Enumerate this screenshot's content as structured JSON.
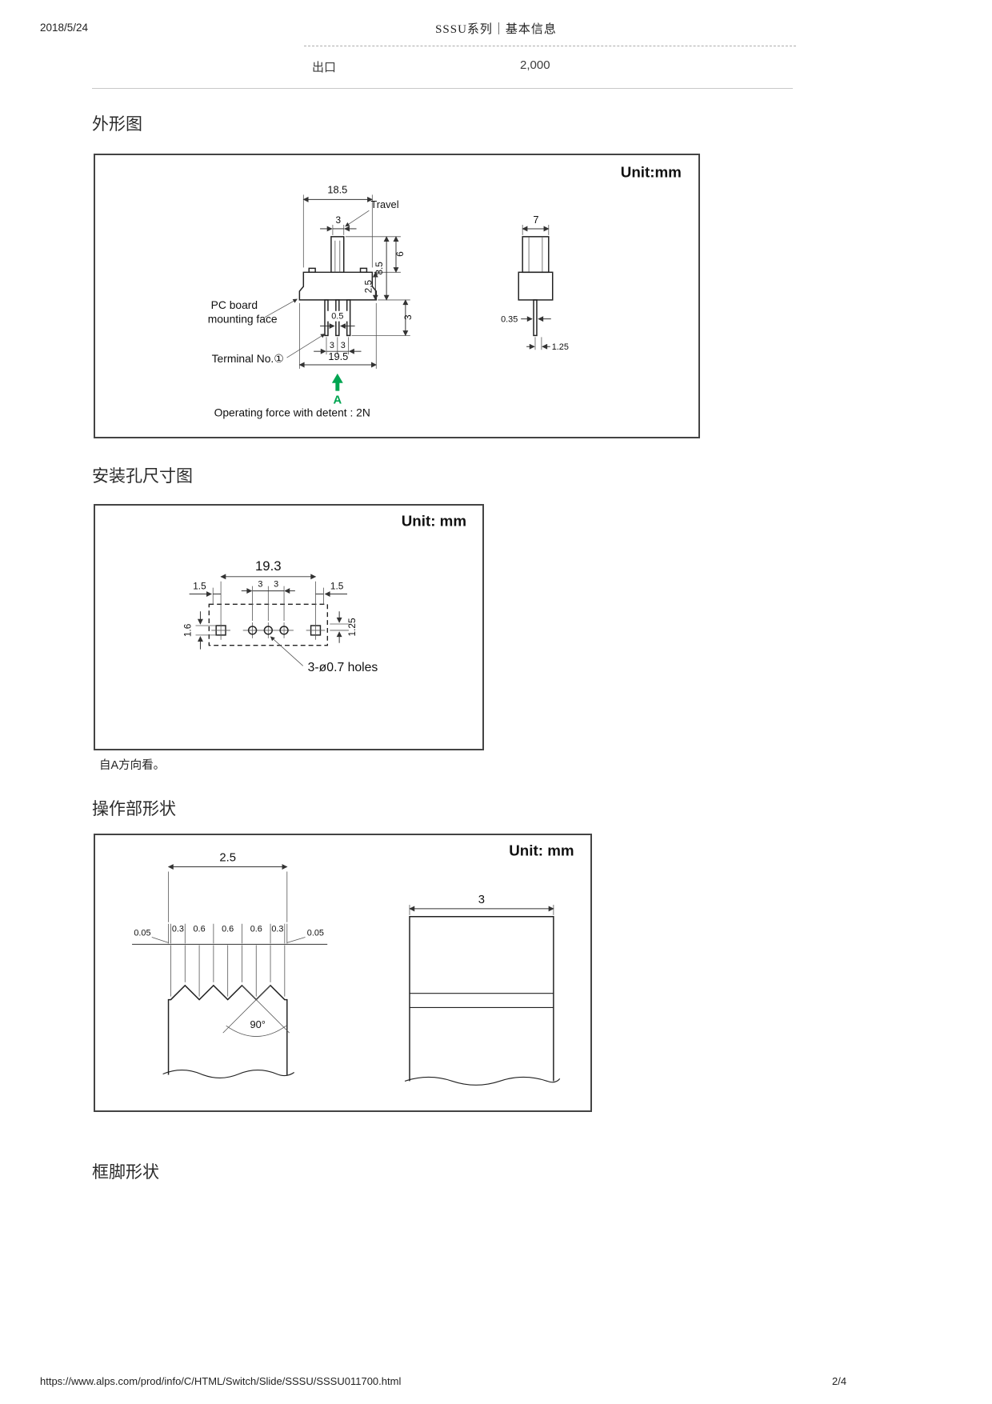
{
  "page": {
    "date": "2018/5/24",
    "title": "SSSU系列｜基本信息",
    "footer_url": "https://www.alps.com/prod/info/C/HTML/Switch/Slide/SSSU/SSSU011700.html",
    "footer_page": "2/4"
  },
  "spec_table": {
    "label": "出口",
    "value": "2,000"
  },
  "sections": {
    "outline_title": "外形图",
    "mounting_title": "安装孔尺寸图",
    "mounting_caption": "自A方向看。",
    "operating_title": "操作部形状",
    "frame_title": "框脚形状"
  },
  "colors": {
    "view_arrow_green": "#00A551",
    "drawing_line": "#222222"
  },
  "outline": {
    "unit": "Unit:mm",
    "labels": {
      "travel": "Travel",
      "pc_board_line1": "PC board",
      "pc_board_line2": "mounting face",
      "terminal": "Terminal No.①",
      "view_marker": "A",
      "note": "Operating force with detent : 2N"
    },
    "dims": {
      "overall_width": "18.5",
      "travel": "3",
      "knob_height": "6",
      "total_height": "8.5",
      "body_depth": "2.5",
      "terminal_length": "3",
      "terminal_width": "0.5",
      "pitch_left": "3",
      "pitch_right": "3",
      "mounting_width": "19.5",
      "side_width": "7",
      "terminal_thickness": "0.35",
      "terminal_offset": "1.25"
    }
  },
  "mounting": {
    "unit": "Unit: mm",
    "dims": {
      "span": "19.3",
      "margin_left": "1.5",
      "pitch_left": "3",
      "pitch_right": "3",
      "margin_right": "1.5",
      "pad_height": "1.6",
      "hole_offset": "1.25"
    },
    "holes_note": "3-ø0.7 holes"
  },
  "operating": {
    "unit": "Unit: mm",
    "dims": {
      "knob_width": "2.5",
      "edge_left": "0.05",
      "tooth_left": "0.3",
      "tooth_1": "0.6",
      "tooth_2": "0.6",
      "tooth_3": "0.6",
      "tooth_right": "0.3",
      "edge_right": "0.05",
      "angle": "90°",
      "side_width": "3"
    }
  }
}
